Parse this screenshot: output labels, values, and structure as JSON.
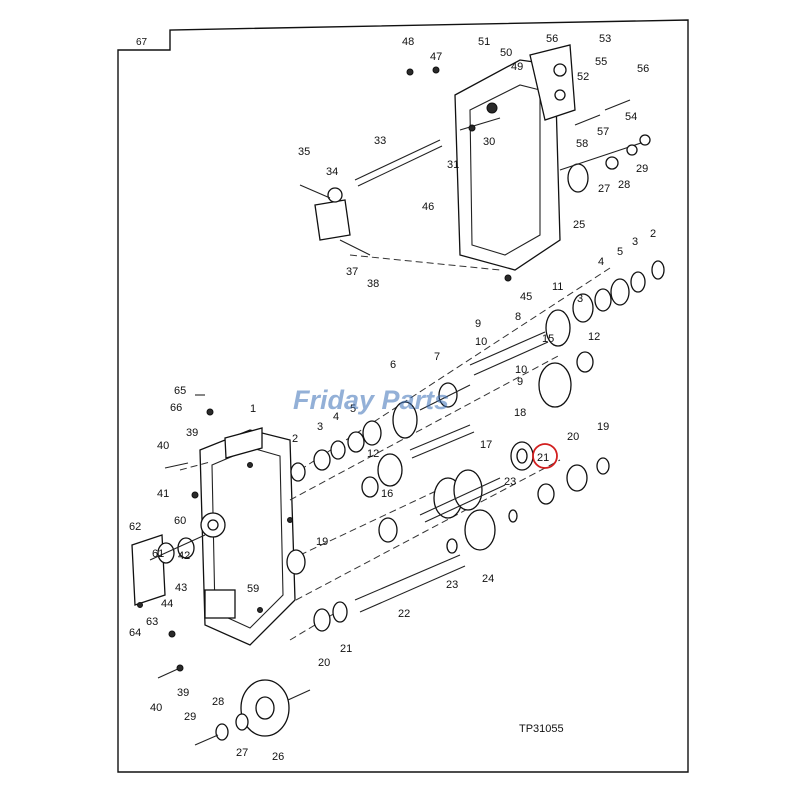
{
  "page_ref": "67",
  "drawing_number": "TP31055",
  "watermark": "Friday Parts",
  "highlighted_part": "21",
  "callouts": [
    "1",
    "2",
    "3",
    "4",
    "5",
    "6",
    "7",
    "8",
    "9",
    "10",
    "11",
    "12",
    "15",
    "16",
    "17",
    "18",
    "19",
    "20",
    "21",
    "22",
    "23",
    "24",
    "25",
    "26",
    "27",
    "28",
    "29",
    "30",
    "31",
    "33",
    "34",
    "35",
    "37",
    "38",
    "39",
    "40",
    "41",
    "42",
    "43",
    "44",
    "45",
    "46",
    "47",
    "48",
    "49",
    "50",
    "51",
    "52",
    "53",
    "54",
    "55",
    "56",
    "57",
    "58",
    "59",
    "60",
    "61",
    "62",
    "63",
    "64",
    "65",
    "66"
  ],
  "colors": {
    "highlight": "#d21f1f",
    "watermark": "#3b6fb6",
    "ink": "#111111"
  }
}
